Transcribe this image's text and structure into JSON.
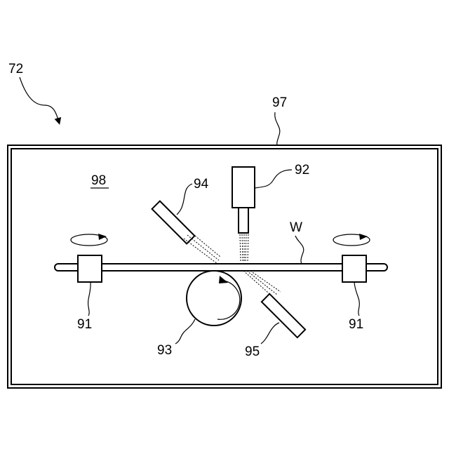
{
  "labels": {
    "device": "72",
    "chamber": "97",
    "space": "98",
    "nozzle_top": "92",
    "nozzle_upper_left": "94",
    "substrate": "W",
    "holder_left": "91",
    "holder_right": "91",
    "roller": "93",
    "nozzle_lower_right": "95"
  }
}
